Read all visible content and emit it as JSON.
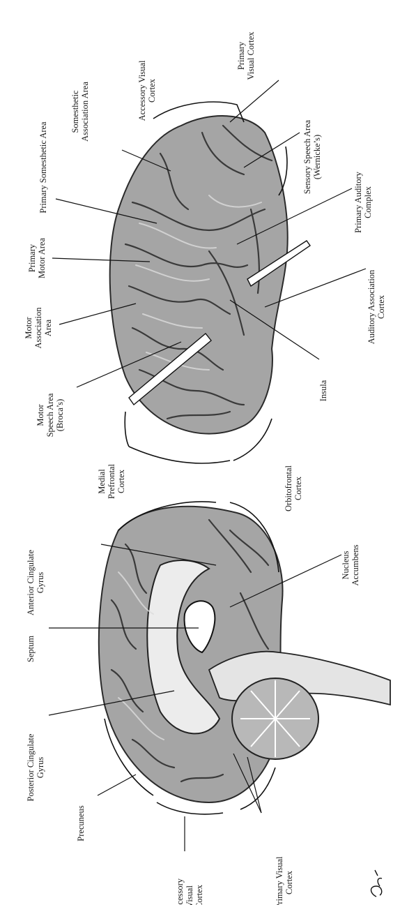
{
  "top_brain": {
    "labels": {
      "primary_visual_cortex": "Primary\nVisual Cortex",
      "accessory_visual_cortex": "Accessory Visual\nCortex",
      "somesthetic_association_area": "Somesthetic\nAssociation Area",
      "primary_somesthetic_area": "Primary Somesthetic Area",
      "primary_motor_area": "Primary\nMotor Area",
      "motor_association_area": "Motor\nAssociation\nArea",
      "motor_speech_area": "Motor\nSpeech Area\n(Broca’s)",
      "medial_prefrontal_cortex": "Medial\nPrefrontal\nCortex",
      "orbitofrontal_cortex": "Orbitofrontal\nCortex",
      "insula": "Insula",
      "auditory_association_cortex": "Auditory Association\nCortex",
      "primary_auditory_complex": "Primary Auditory\nComplex",
      "sensory_speech_area": "Sensory Speech Area\n(Wernicke’s)"
    }
  },
  "bottom_brain": {
    "labels": {
      "anterior_cingulate_gyrus": "Anterior Cingulate\nGyrus",
      "septum": "Septum",
      "posterior_cingulate_gyrus": "Posterior Cingulate\nGyrus",
      "precuneus": "Precuneus",
      "accessory_visual_cortex": "Accessory\nVisual\nCortex",
      "primary_visual_cortex": "Primary Visual\nCortex",
      "nucleus_accumbens": "Nucleus\nAccumbens"
    }
  },
  "signature": "R...",
  "colors": {
    "brain_fill": "#a5a5a5",
    "outline": "#2a2a2a",
    "background": "#ffffff"
  }
}
